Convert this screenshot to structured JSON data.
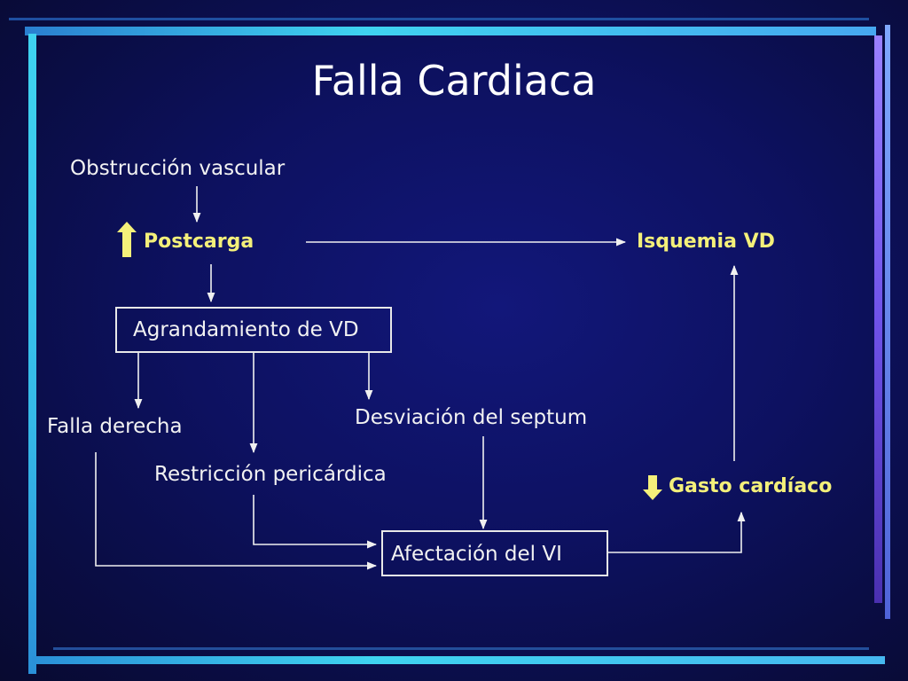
{
  "title": "Falla Cardiaca",
  "nodes": {
    "obstruccion": "Obstrucción vascular",
    "postcarga": "Postcarga",
    "isquemia": "Isquemia VD",
    "agrandamiento": "Agrandamiento de VD",
    "falla_derecha": "Falla derecha",
    "desviacion": "Desviación del septum",
    "restriccion": "Restricción pericárdica",
    "gasto": "Gasto cardíaco",
    "afectacion": "Afectación del VI"
  },
  "indicators": {
    "postcarga": "up-arrow-icon",
    "gasto": "down-arrow-icon"
  },
  "edges": [
    [
      "obstruccion",
      "postcarga"
    ],
    [
      "postcarga",
      "isquemia"
    ],
    [
      "postcarga",
      "agrandamiento"
    ],
    [
      "agrandamiento",
      "falla_derecha"
    ],
    [
      "agrandamiento",
      "restriccion"
    ],
    [
      "agrandamiento",
      "desviacion"
    ],
    [
      "falla_derecha",
      "afectacion"
    ],
    [
      "restriccion",
      "afectacion"
    ],
    [
      "desviacion",
      "afectacion"
    ],
    [
      "afectacion",
      "gasto"
    ],
    [
      "gasto",
      "isquemia"
    ]
  ],
  "colors": {
    "background": "#0d1160",
    "text": "#f2f2f2",
    "highlight": "#f4f07a",
    "frame_cyan": "#3fd3f0",
    "frame_purple": "#7a5cf0"
  }
}
